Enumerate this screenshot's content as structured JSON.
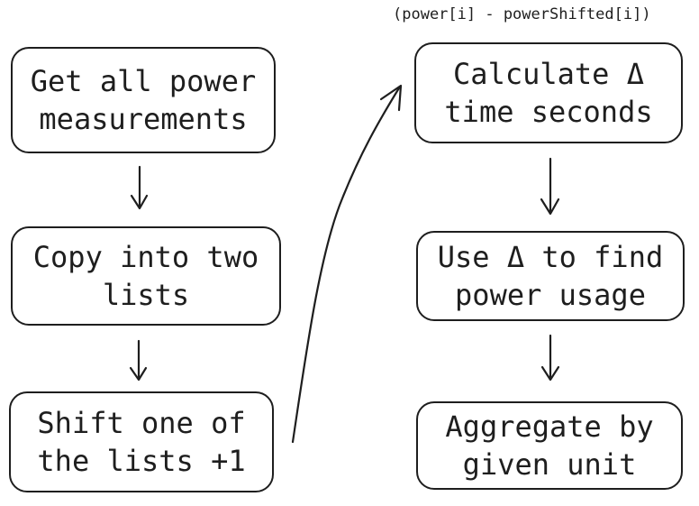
{
  "diagram": {
    "note": "(power[i] - powerShifted[i])",
    "left_column": [
      {
        "line1": "Get all power",
        "line2": "measurements"
      },
      {
        "line1": "Copy into two",
        "line2": "lists"
      },
      {
        "line1": "Shift one of",
        "line2": "the lists +1"
      }
    ],
    "right_column": [
      {
        "line1": "Calculate Δ",
        "line2": "time seconds"
      },
      {
        "line1": "Use Δ to find",
        "line2": "power usage"
      },
      {
        "line1": "Aggregate by",
        "line2": "given unit"
      }
    ]
  }
}
